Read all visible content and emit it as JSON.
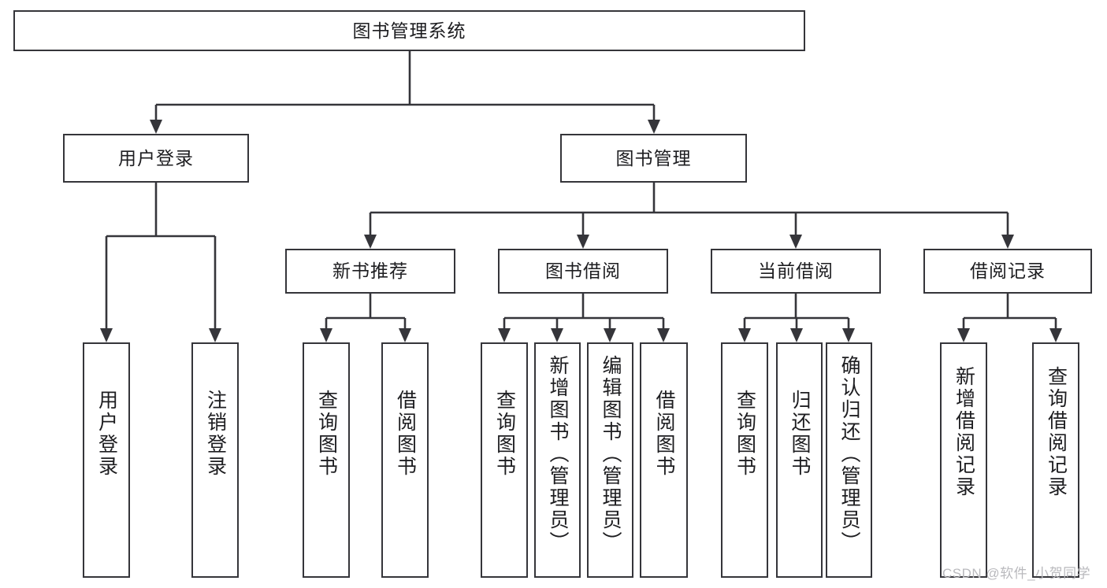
{
  "diagram": {
    "type": "tree",
    "title": "图书管理系统",
    "orientation": "top-down",
    "levels": 4,
    "colors": {
      "stroke": "#35353a",
      "fill": "#ffffff",
      "text": "#1d1d20",
      "watermark": "#b9b9bd"
    },
    "root": {
      "label": "图书管理系统"
    },
    "level2": [
      {
        "label": "用户登录"
      },
      {
        "label": "图书管理"
      }
    ],
    "level3": [
      {
        "label": "新书推荐"
      },
      {
        "label": "图书借阅"
      },
      {
        "label": "当前借阅"
      },
      {
        "label": "借阅记录"
      }
    ],
    "leaves": {
      "user_login": [
        {
          "label": "用户登录"
        },
        {
          "label": "注销登录"
        }
      ],
      "new_book_recommend": [
        {
          "label": "查询图书"
        },
        {
          "label": "借阅图书"
        }
      ],
      "book_borrow": [
        {
          "label": "查询图书"
        },
        {
          "label": "新增图书（管理员）"
        },
        {
          "label": "编辑图书（管理员）"
        },
        {
          "label": "借阅图书"
        }
      ],
      "current_borrow": [
        {
          "label": "查询图书"
        },
        {
          "label": "归还图书"
        },
        {
          "label": "确认归还（管理员）"
        }
      ],
      "borrow_record": [
        {
          "label": "新增借阅记录"
        },
        {
          "label": "查询借阅记录"
        }
      ]
    }
  },
  "watermark": {
    "text": "CSDN @软件_小贺同学"
  }
}
